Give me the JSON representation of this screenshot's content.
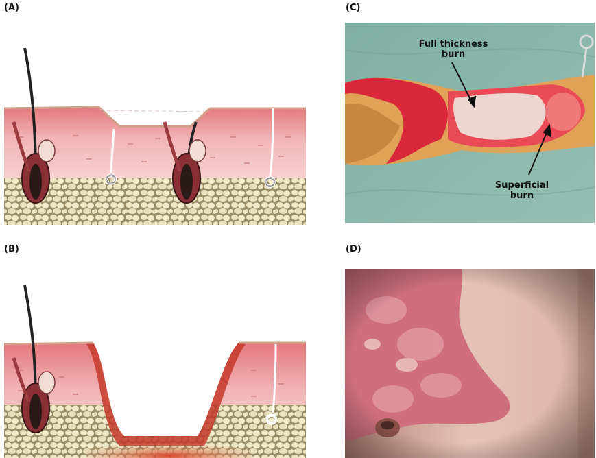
{
  "panels": {
    "a": {
      "label": "(A)"
    },
    "b": {
      "label": "(B)"
    },
    "c": {
      "label": "(C)",
      "annotations": {
        "full_thickness_line1": "Full thickness",
        "full_thickness_line2": "burn",
        "superficial_line1": "Superficial",
        "superficial_line2": "burn"
      }
    },
    "d": {
      "label": "(D)"
    }
  },
  "colors": {
    "skin_red": "#e07a78",
    "skin_pink": "#f0b3b6",
    "fat_beige": "#e8e0b8",
    "drape_green": "#8fb8ad",
    "burn_red": "#d8283a",
    "scar_pink": "#cf6f7d"
  }
}
